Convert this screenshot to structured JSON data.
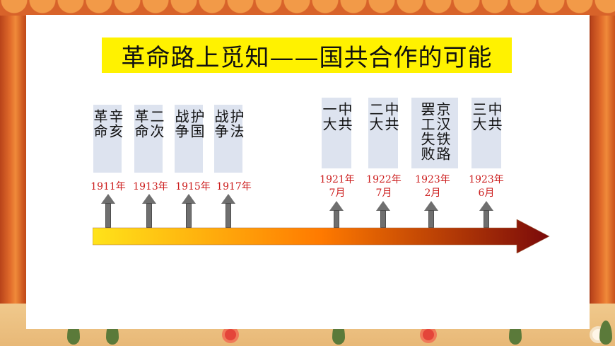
{
  "slide": {
    "title": "革命路上觅知——国共合作的可能"
  },
  "events": [
    {
      "lines": [
        "辛亥",
        "革命"
      ],
      "date": [
        "1911年"
      ]
    },
    {
      "lines": [
        "二次",
        "革命"
      ],
      "date": [
        "1913年"
      ]
    },
    {
      "lines": [
        "护国",
        "战争"
      ],
      "date": [
        "1915年"
      ]
    },
    {
      "lines": [
        "护法",
        "战争"
      ],
      "date": [
        "1917年"
      ]
    },
    {
      "lines": [
        "中共",
        "一大"
      ],
      "date": [
        "1921年",
        "7月"
      ]
    },
    {
      "lines": [
        "中共",
        "二大"
      ],
      "date": [
        "1922年",
        "7月"
      ]
    },
    {
      "lines": [
        "京汉铁路",
        "罢工失败"
      ],
      "date": [
        "1923年",
        "2月"
      ]
    },
    {
      "lines": [
        "中共",
        "三大"
      ],
      "date": [
        "1923年",
        "6月"
      ]
    }
  ],
  "colors": {
    "title_bg": "#fff200",
    "date_text": "#cc1d1d",
    "event_box": "#dde3ef",
    "timeline_start": "#ffe31a",
    "timeline_mid": "#ff7a00",
    "timeline_end": "#7a0a0a"
  }
}
